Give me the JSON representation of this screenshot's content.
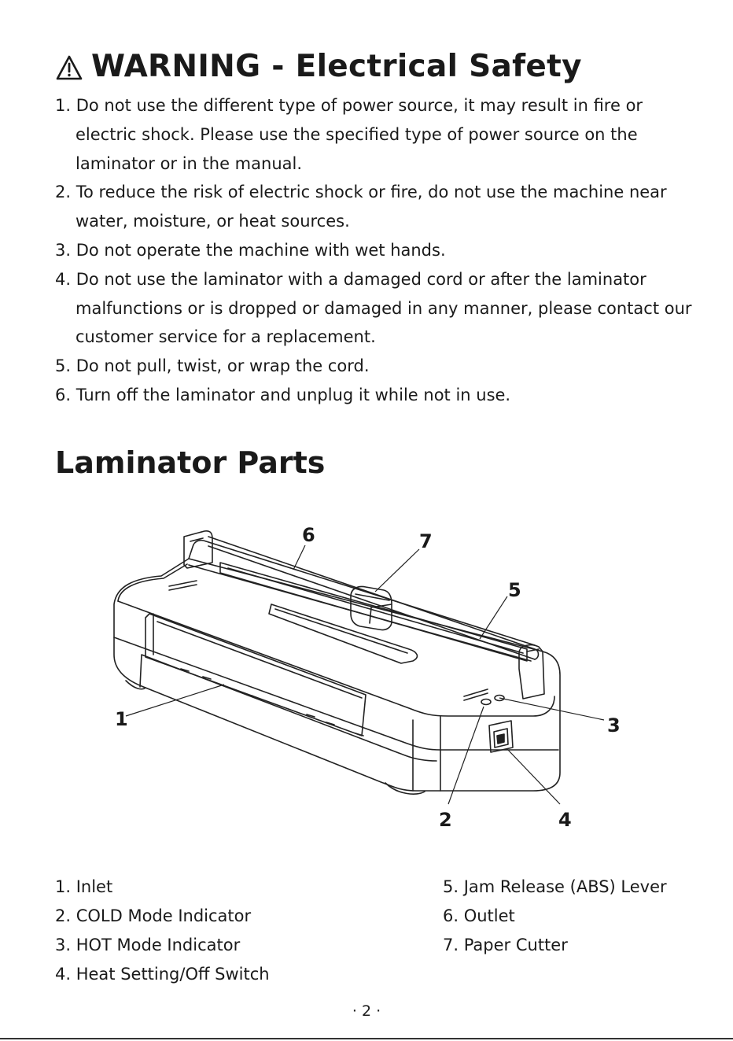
{
  "warning": {
    "title": "WARNING - Electrical Safety",
    "icon": "warning-triangle-icon",
    "items": [
      "1. Do not use the different type of power source, it may result in fire or electric shock. Please use the specified type of power source on the laminator or in the manual.",
      "2. To reduce the risk of electric shock or fire, do not use the machine near water, moisture, or heat sources.",
      "3. Do not operate the machine with wet hands.",
      "4. Do not use the laminator with a damaged cord or after the laminator malfunctions or is dropped or damaged in any manner, please contact our customer service for a replacement.",
      "5. Do not pull, twist, or wrap the cord.",
      "6. Turn off the laminator and unplug it while not in use."
    ]
  },
  "parts": {
    "title": "Laminator Parts",
    "callouts": [
      "1",
      "2",
      "3",
      "4",
      "5",
      "6",
      "7"
    ],
    "left_list": [
      "1. Inlet",
      "2. COLD Mode Indicator",
      "3. HOT Mode Indicator",
      "4. Heat Setting/Off Switch"
    ],
    "right_list": [
      "5. Jam Release (ABS) Lever",
      "6. Outlet",
      "7. Paper Cutter"
    ]
  },
  "footer": {
    "page_number": "· 2 ·"
  }
}
